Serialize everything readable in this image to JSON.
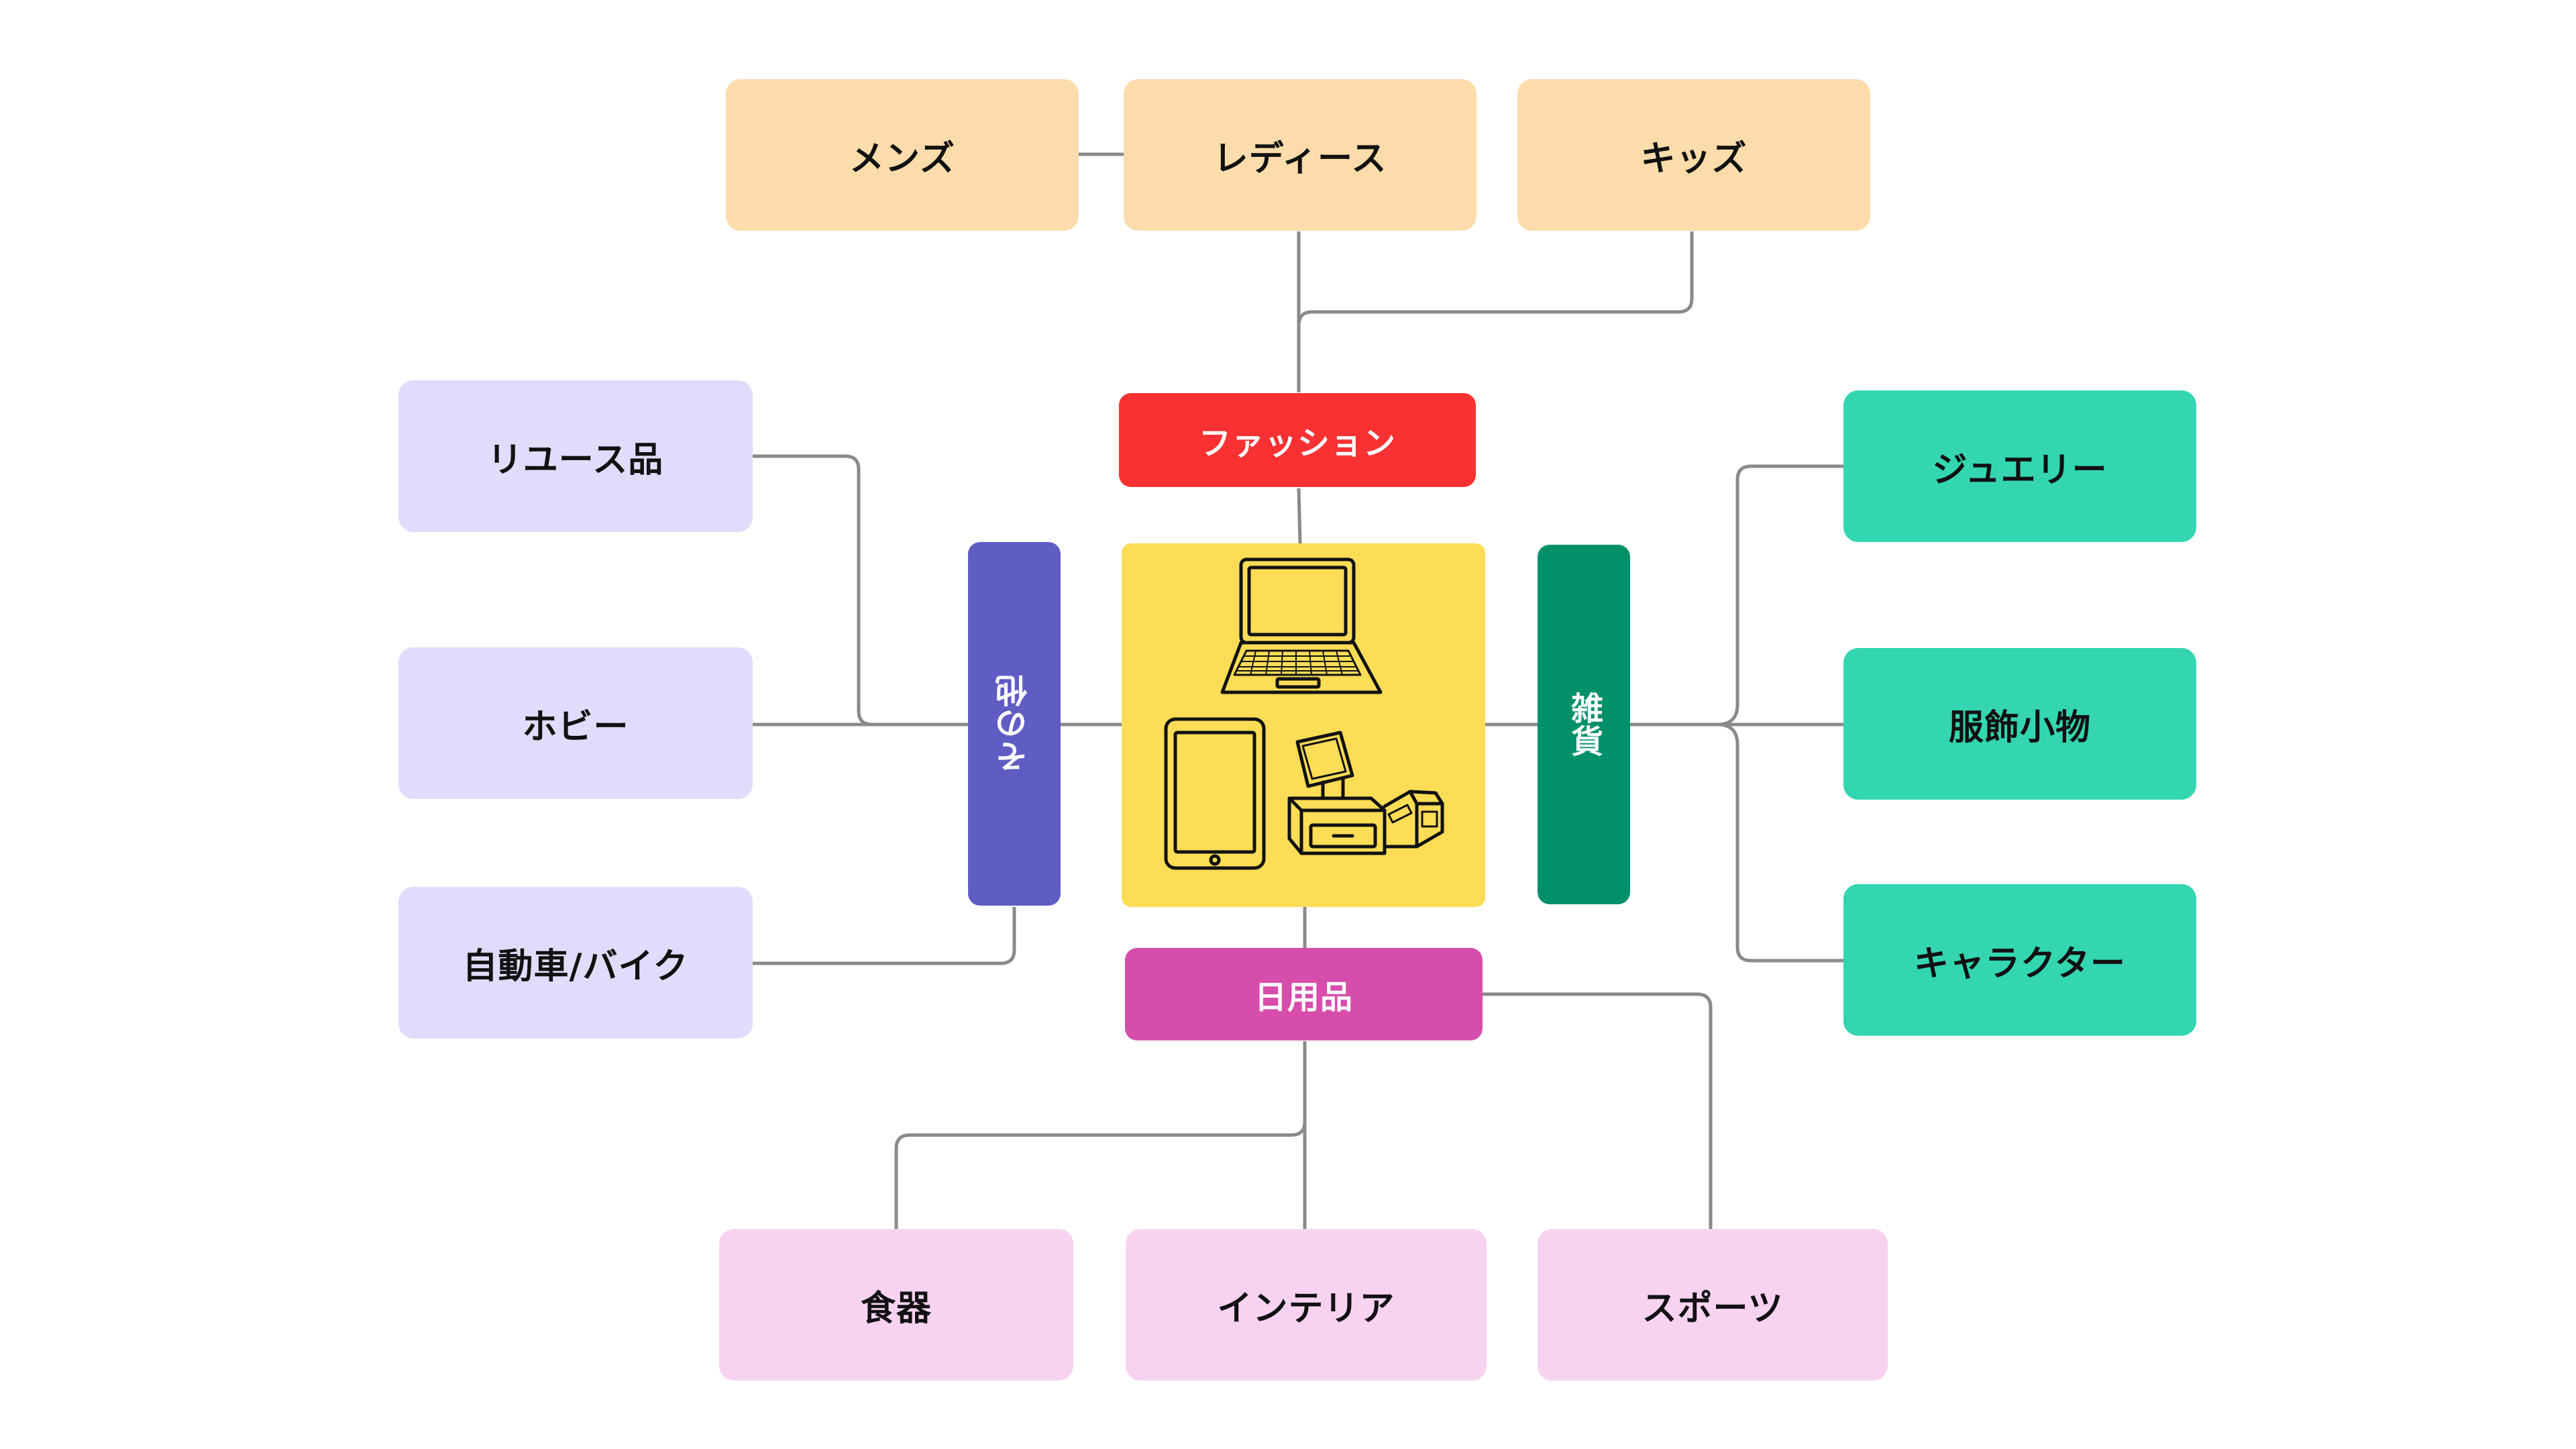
{
  "center": {
    "icon": "pos-devices-icon (laptop, tablet, pos-register)"
  },
  "hubs": {
    "fashion": "ファッション",
    "daily": "日用品",
    "other": "その他",
    "misc": "雑貨"
  },
  "fashion_items": [
    "メンズ",
    "レディース",
    "キッズ"
  ],
  "other_items": [
    "リユース品",
    "ホビー",
    "自動車/バイク"
  ],
  "misc_items": [
    "ジュエリー",
    "服飾小物",
    "キャラクター"
  ],
  "daily_items": [
    "食器",
    "インテリア",
    "スポーツ"
  ],
  "colors": {
    "fashion_hub": "#f93133",
    "daily_hub": "#d74dab",
    "other_hub": "#5f5dc4",
    "misc_hub": "#01906a",
    "center": "#fddd56",
    "fashion_leaf": "#fddcab",
    "other_leaf": "#e0dcfb",
    "misc_leaf": "#33d6b0",
    "daily_leaf": "#f7d3f1",
    "connector": "#8a8a8a"
  }
}
